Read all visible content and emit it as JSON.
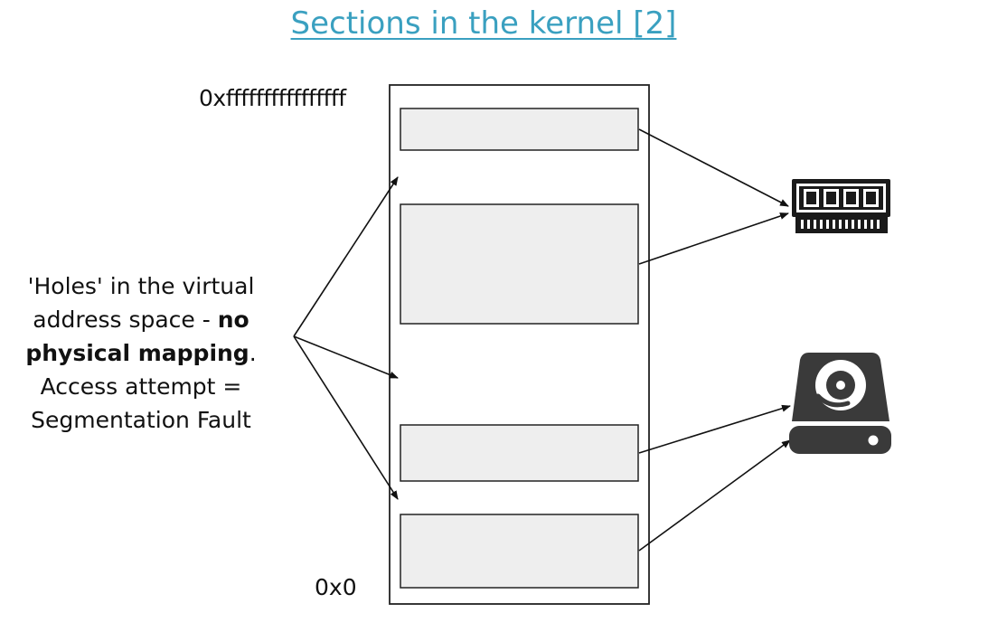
{
  "title": {
    "text": "Sections in the kernel ",
    "ref": "[2]"
  },
  "address_space": {
    "top_label": "0xffffffffffffffff",
    "bottom_label": "0x0"
  },
  "holes_note": {
    "line1": "'Holes' in the virtual",
    "line2_prefix": "address space - ",
    "line2_bold": "no",
    "line3_bold": "physical mapping",
    "line3_suffix": ".",
    "line4": "Access attempt =",
    "line5": "Segmentation Fault"
  },
  "icons": {
    "ram": "ram-chip-icon",
    "disk": "hard-drive-icon"
  },
  "colors": {
    "title": "#3aa0c0",
    "section_fill": "#eeeeee",
    "icon": "#1a1a1a"
  }
}
